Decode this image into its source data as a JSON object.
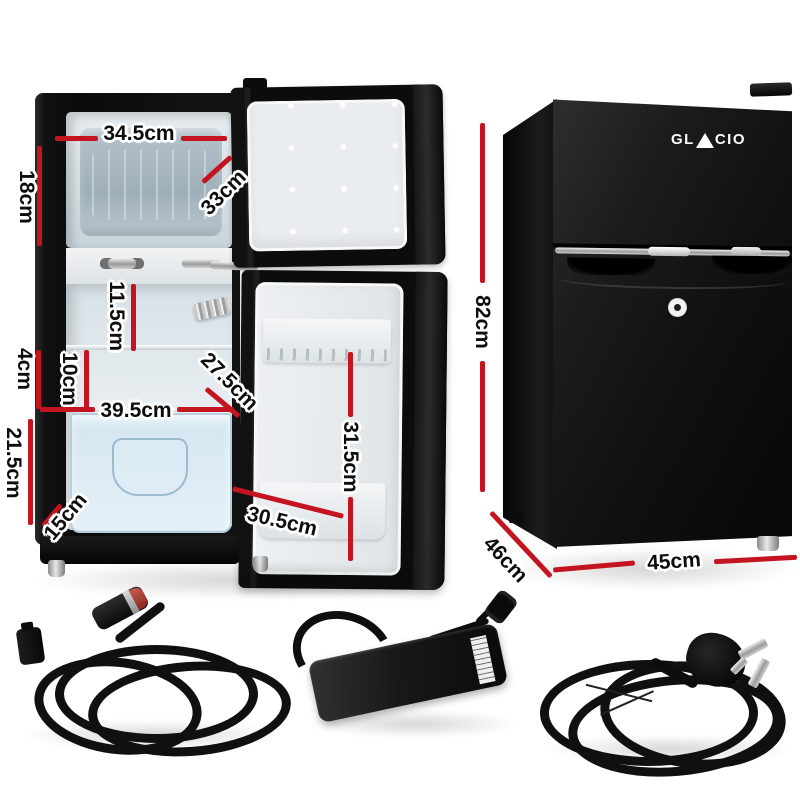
{
  "colors": {
    "annotation_red": "#c31420",
    "fridge_black": "#0d0d0d",
    "background": "#ffffff"
  },
  "open_fridge": {
    "dimensions": {
      "freezer_width": "34.5cm",
      "freezer_height": "18cm",
      "freezer_depth": "33cm",
      "upper_section_height": "11.5cm",
      "door_gap": "4cm",
      "shelf_spacing": "10cm",
      "interior_width": "39.5cm",
      "interior_depth": "27.5cm",
      "lower_section_height": "21.5cm",
      "crisper_height": "15cm",
      "door_shelf_height": "31.5cm",
      "door_shelf_width": "30.5cm"
    }
  },
  "closed_fridge": {
    "brand": {
      "prefix": "GL",
      "suffix": "CIO",
      "full": "GLACIO"
    },
    "dimensions": {
      "height": "82cm",
      "depth": "46cm",
      "width": "45cm"
    }
  },
  "accessories": {
    "car_plug_cable": "12v-car-plug-cable",
    "power_adapter": "ac-power-adapter",
    "mains_cord": "mains-power-cord"
  }
}
